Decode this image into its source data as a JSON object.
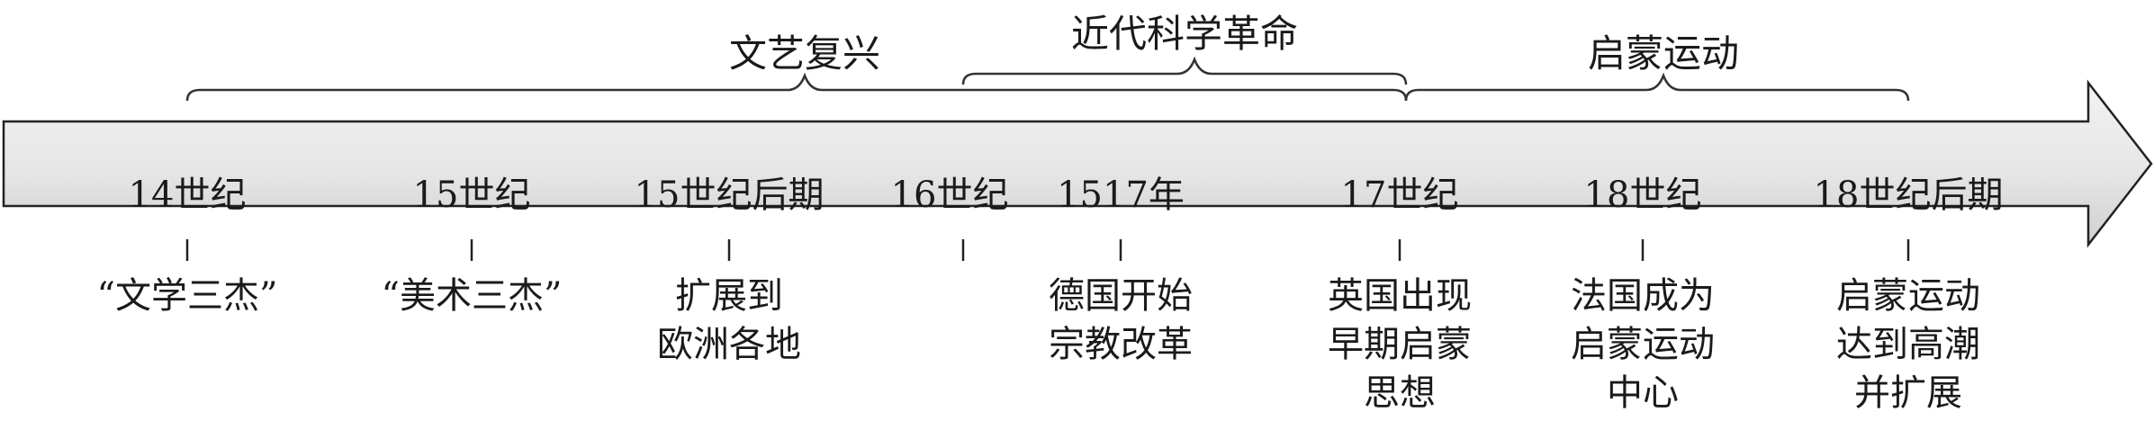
{
  "colors": {
    "arrow_fill_top": "#f2f2f2",
    "arrow_fill_mid": "#e6e6e6",
    "arrow_fill_bottom": "#cfcfcf",
    "stroke": "#222222",
    "text": "#1a1a1a"
  },
  "braces": [
    {
      "label": "文艺复兴"
    },
    {
      "label": "近代科学革命"
    },
    {
      "label": "启蒙运动"
    }
  ],
  "periods": [
    {
      "label": "14世纪",
      "event_lines": [
        "“文学三杰”"
      ]
    },
    {
      "label": "15世纪",
      "event_lines": [
        "“美术三杰”"
      ]
    },
    {
      "label": "15世纪后期",
      "event_lines": [
        "扩展到",
        "欧洲各地"
      ]
    },
    {
      "label": "16世纪",
      "event_lines": []
    },
    {
      "label": "1517年",
      "event_lines": [
        "德国开始",
        "宗教改革"
      ]
    },
    {
      "label": "17世纪",
      "event_lines": [
        "英国出现",
        "早期启蒙",
        "思想"
      ]
    },
    {
      "label": "18世纪",
      "event_lines": [
        "法国成为",
        "启蒙运动",
        "中心"
      ]
    },
    {
      "label": "18世纪后期",
      "event_lines": [
        "启蒙运动",
        "达到高潮",
        "并扩展"
      ]
    }
  ]
}
